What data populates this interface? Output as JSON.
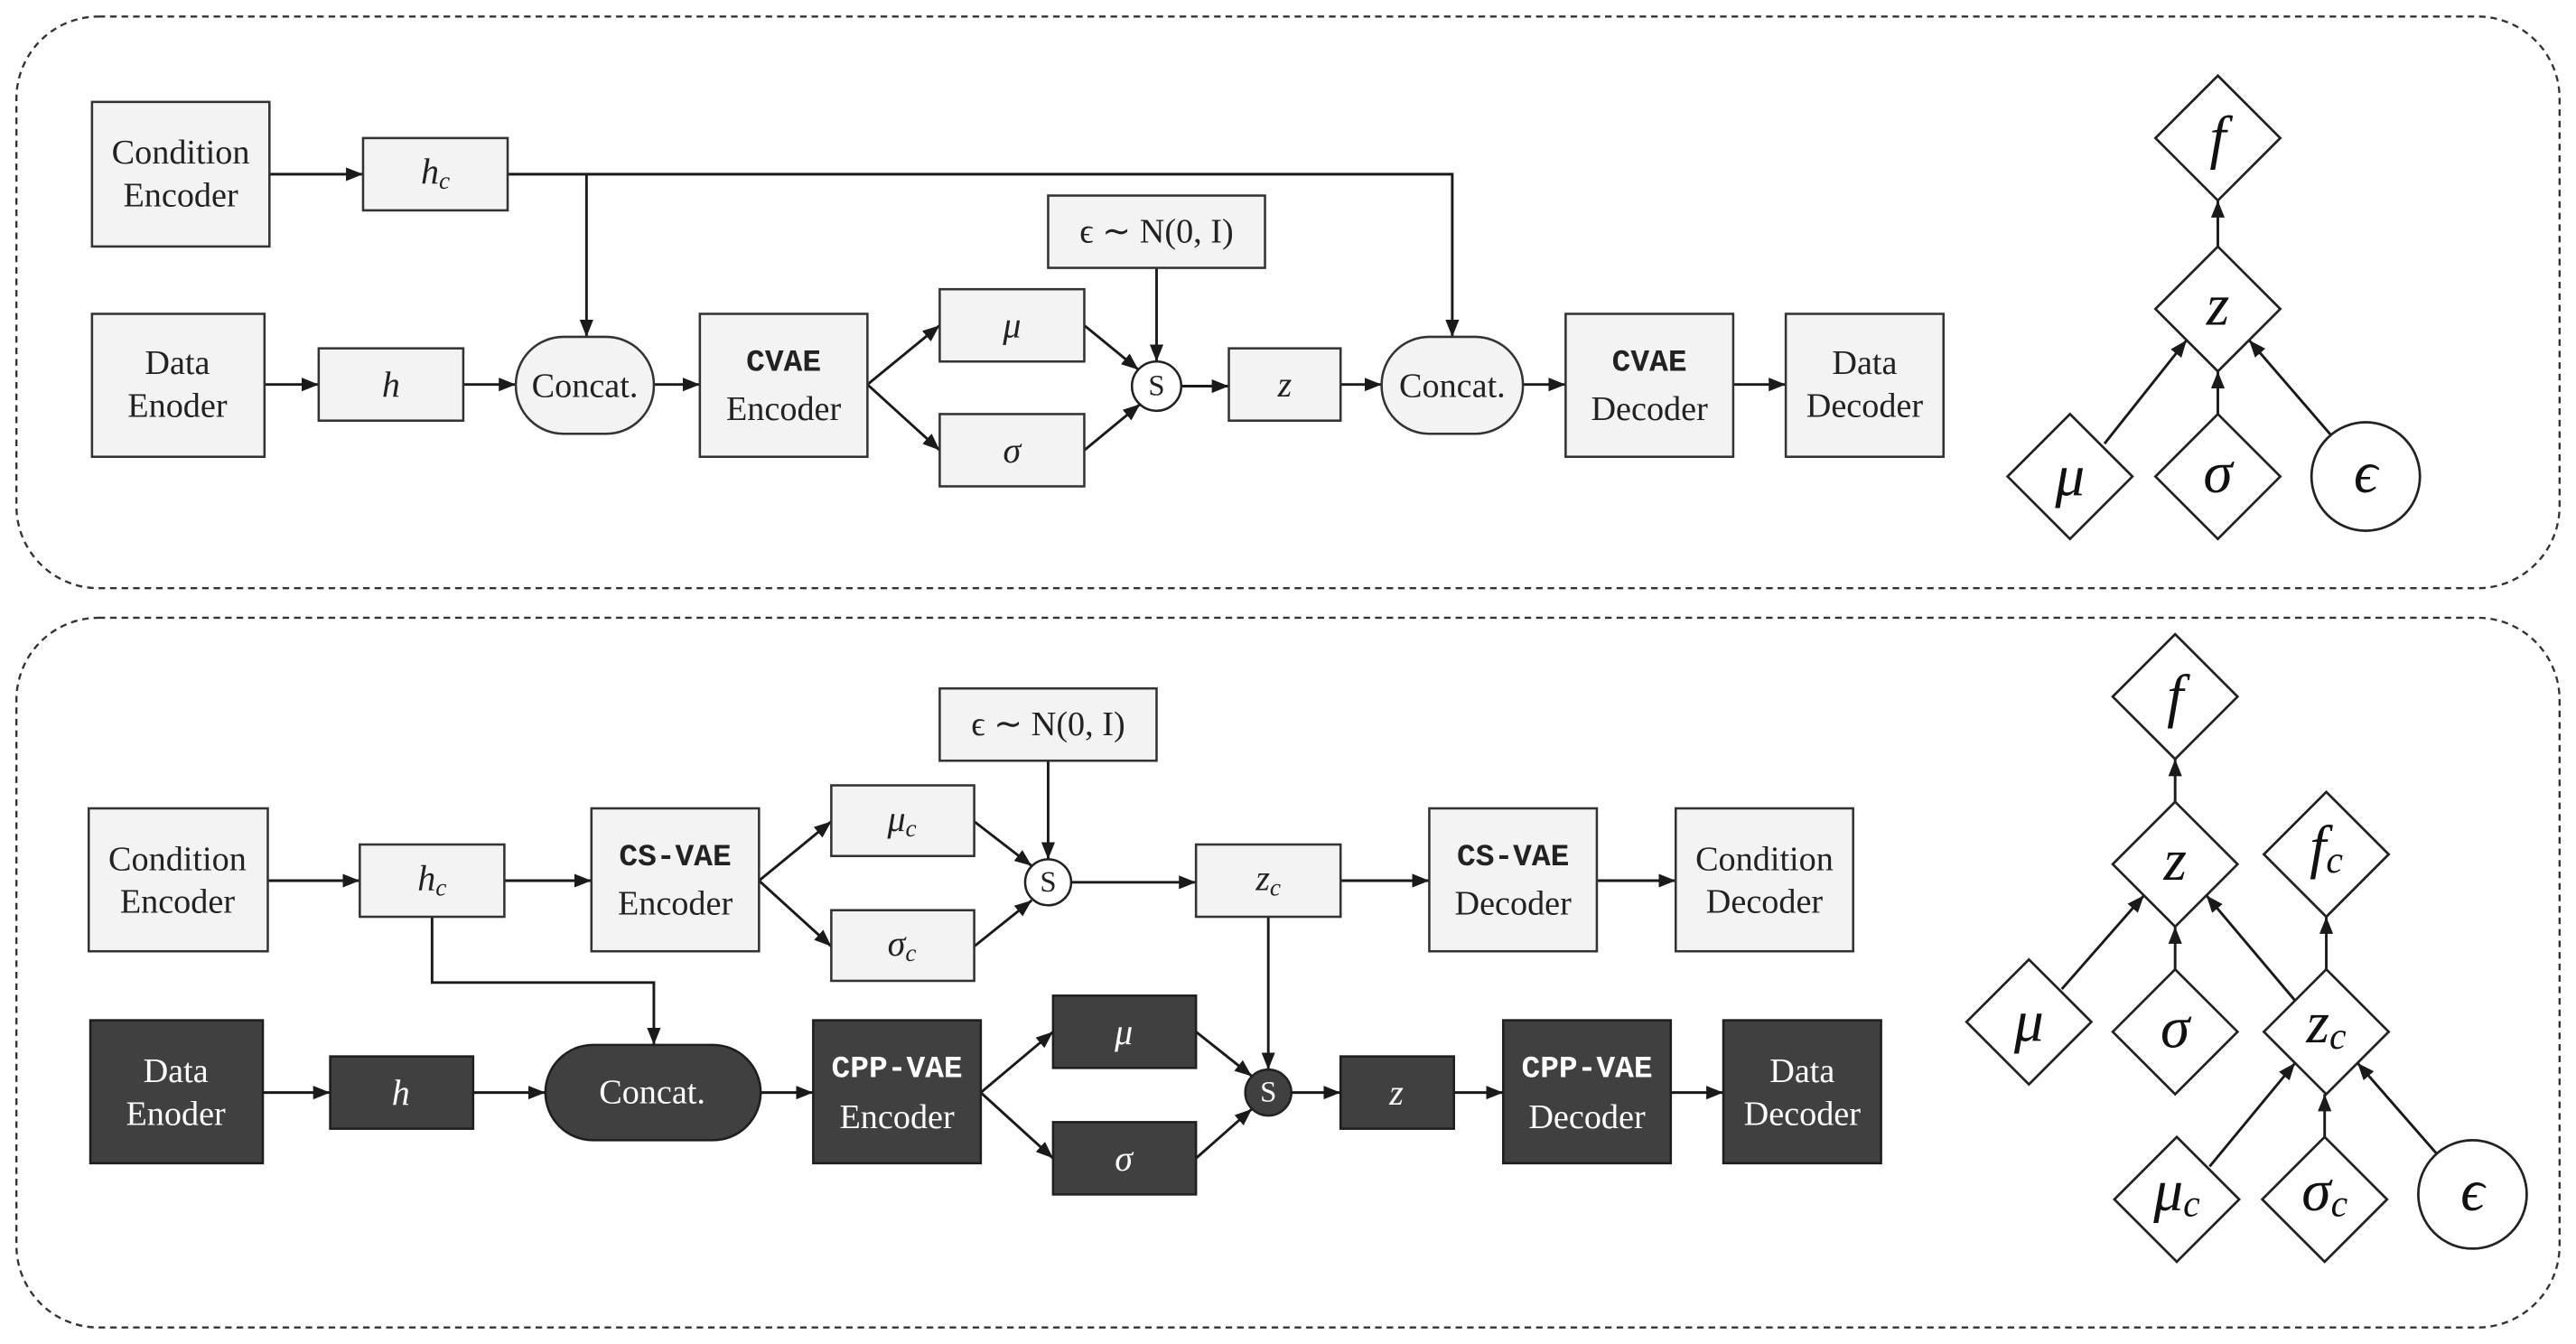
{
  "top_panel": {
    "condition_encoder": {
      "line1": "Condition",
      "line2": "Encoder"
    },
    "h_c": {
      "base": "h",
      "sub": "c"
    },
    "data_enoder": {
      "line1": "Data",
      "line2": "Enoder"
    },
    "h": "h",
    "concat_left": "Concat.",
    "cvae_encoder": {
      "line1": "CVAE",
      "line2": "Encoder"
    },
    "mu": "μ",
    "sigma": "σ",
    "noise": "ϵ ∼ N(0, I)",
    "sampler": "S",
    "z": "z",
    "concat_right": "Concat.",
    "cvae_decoder": {
      "line1": "CVAE",
      "line2": "Decoder"
    },
    "data_decoder": {
      "line1": "Data",
      "line2": "Decoder"
    },
    "graph": {
      "f": "f",
      "z": "z",
      "mu": "μ",
      "sigma": "σ",
      "epsilon": "ϵ"
    }
  },
  "bottom_panel": {
    "condition_encoder": {
      "line1": "Condition",
      "line2": "Encoder"
    },
    "h_c": {
      "base": "h",
      "sub": "c"
    },
    "cs_vae_encoder": {
      "line1": "CS-VAE",
      "line2": "Encoder"
    },
    "mu_c": {
      "base": "μ",
      "sub": "c"
    },
    "sigma_c": {
      "base": "σ",
      "sub": "c"
    },
    "noise": "ϵ ∼ N(0, I)",
    "sampler_condition": "S",
    "z_c": {
      "base": "z",
      "sub": "c"
    },
    "cs_vae_decoder": {
      "line1": "CS-VAE",
      "line2": "Decoder"
    },
    "condition_decoder": {
      "line1": "Condition",
      "line2": "Decoder"
    },
    "data_enoder": {
      "line1": "Data",
      "line2": "Enoder"
    },
    "h": "h",
    "concat": "Concat.",
    "cpp_vae_encoder": {
      "line1": "CPP-VAE",
      "line2": "Encoder"
    },
    "mu": "μ",
    "sigma": "σ",
    "sampler_data": "S",
    "z": "z",
    "cpp_vae_decoder": {
      "line1": "CPP-VAE",
      "line2": "Decoder"
    },
    "data_decoder": {
      "line1": "Data",
      "line2": "Decoder"
    },
    "graph": {
      "f": "f",
      "z": "z",
      "f_c": {
        "base": "f",
        "sub": "c"
      },
      "mu": "μ",
      "sigma": "σ",
      "z_c": {
        "base": "z",
        "sub": "c"
      },
      "mu_c": {
        "base": "μ",
        "sub": "c"
      },
      "sigma_c": {
        "base": "σ",
        "sub": "c"
      },
      "epsilon": "ϵ"
    }
  },
  "colors": {
    "light_fill": "#f3f3f3",
    "dark_fill": "#404040",
    "stroke": "#333333"
  }
}
